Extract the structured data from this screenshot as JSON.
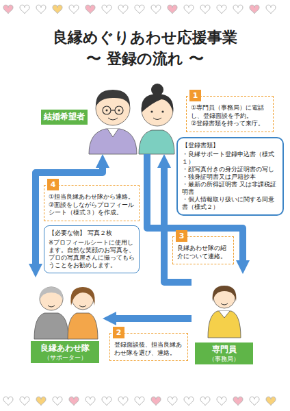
{
  "diagram": {
    "title": "良縁めぐりあわせ応援事業 〜 登録の流れ 〜",
    "nodes": [
      {
        "text": [
          "結婚希望者"
        ]
      },
      {
        "text": [
          "1",
          "①専門員（事務局）に電話し、登録面談を予約。",
          "②登録書類を持って来庁。"
        ]
      },
      {
        "text": [
          "【登録書類】",
          "・良縁サポート登録申込書（様式１）",
          "・顔写真付きの身分証明書の写し",
          "・独身証明書又は戸籍抄本",
          "・最新の所得証明書 又は非課税証明書",
          "・個人情報取り扱いに関する同意書（様式２）"
        ]
      },
      {
        "text": [
          "4",
          "①担当良縁あわせ隊から連絡。",
          "②面談をしながらプロフィールシート（様式３）を作成。"
        ]
      },
      {
        "text": [
          "【必要な物】 写真２枚",
          "※プロフィールシートに使用します。自然な笑顔のお写真を、プロの写真屋さんに撮ってもらうことをお勧めします。"
        ]
      },
      {
        "text": [
          "3",
          "良縁あわせ隊の紹介について連絡。"
        ]
      },
      {
        "text": [
          "良縁あわせ隊",
          "（サポーター）"
        ]
      },
      {
        "text": [
          "2",
          "登録面談後、担当良縁あわせ隊を選び、連絡。"
        ]
      },
      {
        "text": [
          "専門員",
          "（事務局）"
        ]
      }
    ],
    "edges": [
      {
        "from": 0,
        "to": 8,
        "arrow": "to"
      },
      {
        "from": 8,
        "to": 6,
        "arrow": "to"
      },
      {
        "from": 8,
        "to": 0,
        "arrow": "to"
      },
      {
        "from": 6,
        "to": 0,
        "arrow": "both"
      }
    ]
  }
}
